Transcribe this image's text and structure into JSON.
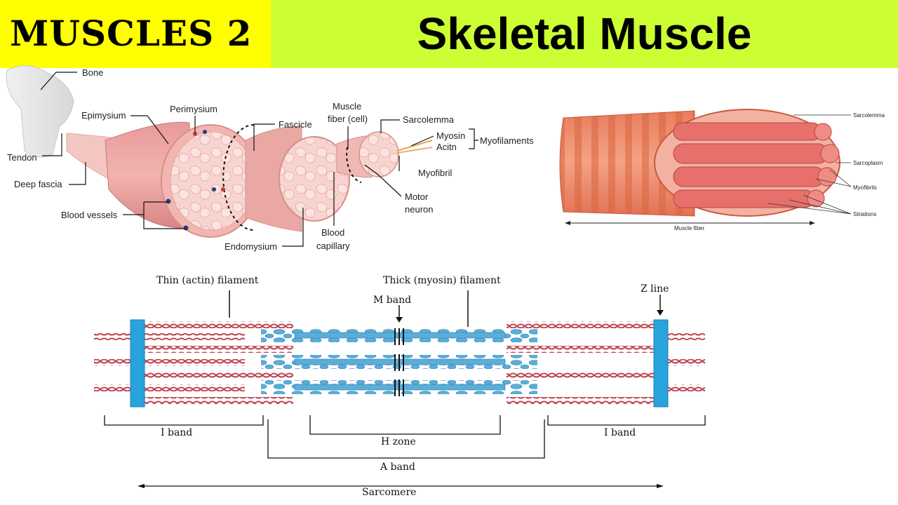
{
  "header": {
    "label": "MUSCLES 2",
    "title": "Skeletal Muscle",
    "label_bg": "#ffff00",
    "title_bg": "#ccff33"
  },
  "anatomy": {
    "bone": "Bone",
    "tendon": "Tendon",
    "deep_fascia": "Deep fascia",
    "epimysium": "Epimysium",
    "perimysium": "Perimysium",
    "fascicle": "Fascicle",
    "blood_vessels": "Blood vessels",
    "endomysium": "Endomysium",
    "blood_capillary_1": "Blood",
    "blood_capillary_2": "capillary",
    "muscle_fiber_1": "Muscle",
    "muscle_fiber_2": "fiber (cell)",
    "sarcolemma": "Sarcolemma",
    "myosin": "Myosin",
    "actin": "Acitn",
    "myofilaments": "Myofilaments",
    "myofibril": "Myofibril",
    "motor_neuron_1": "Motor",
    "motor_neuron_2": "neuron"
  },
  "fiber": {
    "sarcolemma": "Sarcolemma",
    "sarcoplasm": "Sarcoplasm",
    "myofibrils": "Myofibrils",
    "striations": "Striations",
    "muscle_fiber": "Muscle fiber"
  },
  "sarcomere": {
    "thin_filament": "Thin (actin) filament",
    "thick_filament": "Thick (myosin) filament",
    "m_band": "M band",
    "z_line": "Z line",
    "i_band_left": "I band",
    "h_zone": "H zone",
    "i_band_right": "I band",
    "a_band": "A band",
    "sarcomere": "Sarcomere",
    "z_disc_color": "#29a3dc",
    "actin_color": "#c0434f",
    "myosin_color": "#5aaed8"
  }
}
